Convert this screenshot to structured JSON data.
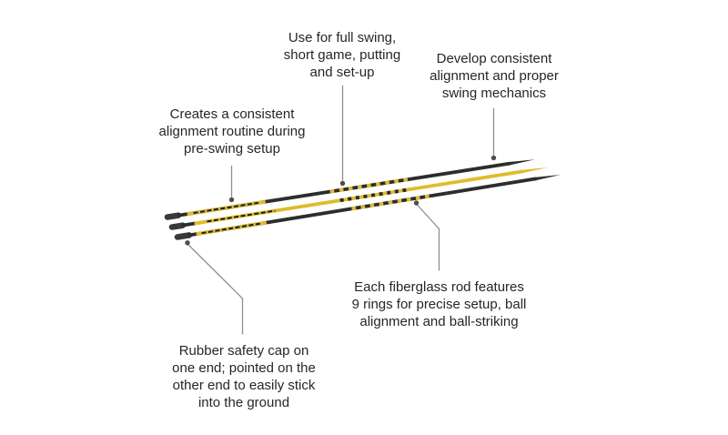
{
  "figure": {
    "kind": "annotated product diagram",
    "rods": [
      {
        "position": "top",
        "body_color_name": "black",
        "ring_color_name": "yellow",
        "ring_count": 9,
        "left_end": "rubber safety cap",
        "right_end": "pointed tip"
      },
      {
        "position": "middle",
        "body_color_name": "yellow",
        "ring_color_name": "black",
        "ring_count": 9,
        "left_end": "rubber safety cap",
        "right_end": "pointed tip"
      },
      {
        "position": "bottom",
        "body_color_name": "black",
        "ring_color_name": "yellow",
        "ring_count": 9,
        "left_end": "rubber safety cap",
        "right_end": "pointed tip"
      }
    ]
  },
  "callouts": {
    "left": {
      "lines": [
        "Creates a consistent",
        "alignment routine during",
        "pre-swing setup"
      ],
      "points_to": "top rod shaft near label"
    },
    "top": {
      "lines": [
        "Use for full swing,",
        "short game, putting",
        "and set-up"
      ],
      "points_to": "top rod mid-section"
    },
    "right": {
      "lines": [
        "Develop consistent",
        "alignment and proper",
        "swing mechanics"
      ],
      "points_to": "top rod near pointed tip"
    },
    "bottom_right": {
      "lines": [
        "Each fiberglass rod features",
        "9 rings for precise setup, ball",
        "alignment and ball-striking"
      ],
      "points_to": "bottom rod ring section"
    },
    "bottom_left": {
      "lines": [
        "Rubber safety cap on",
        "one end; pointed on the",
        "other end to easily stick",
        "into the ground"
      ],
      "points_to": "bottom rod rubber cap"
    }
  },
  "colors": {
    "background": "#ffffff",
    "text": "#262626",
    "leader_line": "#8f8f8f",
    "leader_dot": "#4d4d4d",
    "rod_black": "#2d2d2d",
    "rod_yellow": "#debc2d",
    "cap_gray": "#3a3a3a",
    "tick_dark": "#1d1d1d"
  }
}
